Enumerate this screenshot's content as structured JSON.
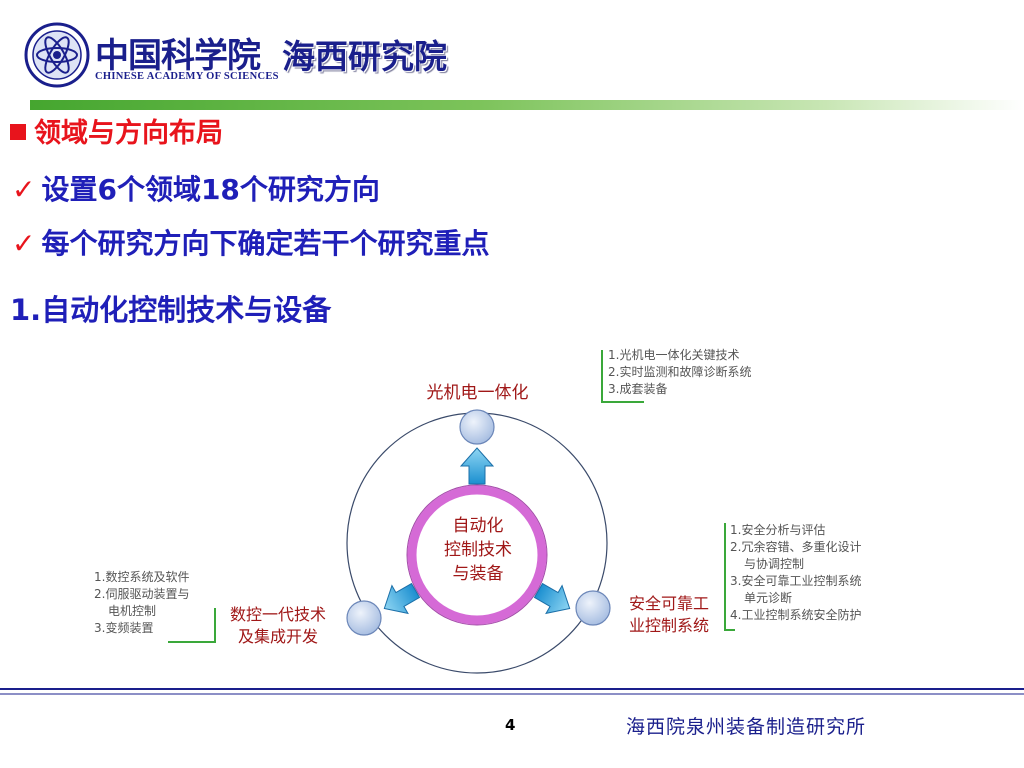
{
  "header": {
    "logo_cn": "中国科学院",
    "logo_en": "CHINESE ACADEMY OF SCIENCES",
    "institute": "海西研究院"
  },
  "section_title": "领域与方向布局",
  "bullets": [
    "设置6个领域18个研究方向",
    "每个研究方向下确定若干个研究重点"
  ],
  "subtitle": "1.自动化控制技术与设备",
  "diagram": {
    "center": [
      "自动化",
      "控制技术",
      "与装备"
    ],
    "top_node": {
      "label": "光机电一体化",
      "items": [
        "1.光机电一体化关键技术",
        "2.实时监测和故障诊断系统",
        "3.成套装备"
      ]
    },
    "right_node": {
      "label": [
        "安全可靠工",
        "业控制系统"
      ],
      "items": [
        "1.安全分析与评估",
        "2.冗余容错、多重化设计",
        "与协调控制",
        "3.安全可靠工业控制系统",
        "单元诊断",
        "4.工业控制系统安全防护"
      ]
    },
    "left_node": {
      "label": [
        "数控一代技术",
        "及集成开发"
      ],
      "items": [
        "1.数控系统及软件",
        "2.伺服驱动装置与",
        "电机控制",
        "3.变频装置"
      ]
    }
  },
  "footer": {
    "page": "4",
    "org": "海西院泉州装备制造研究所"
  },
  "colors": {
    "title_red": "#e8141c",
    "text_blue": "#1f1fb8",
    "green_bar": "#45a62f",
    "node_fill": "#c7d7ee",
    "ring_pink": "#d56ad6"
  }
}
